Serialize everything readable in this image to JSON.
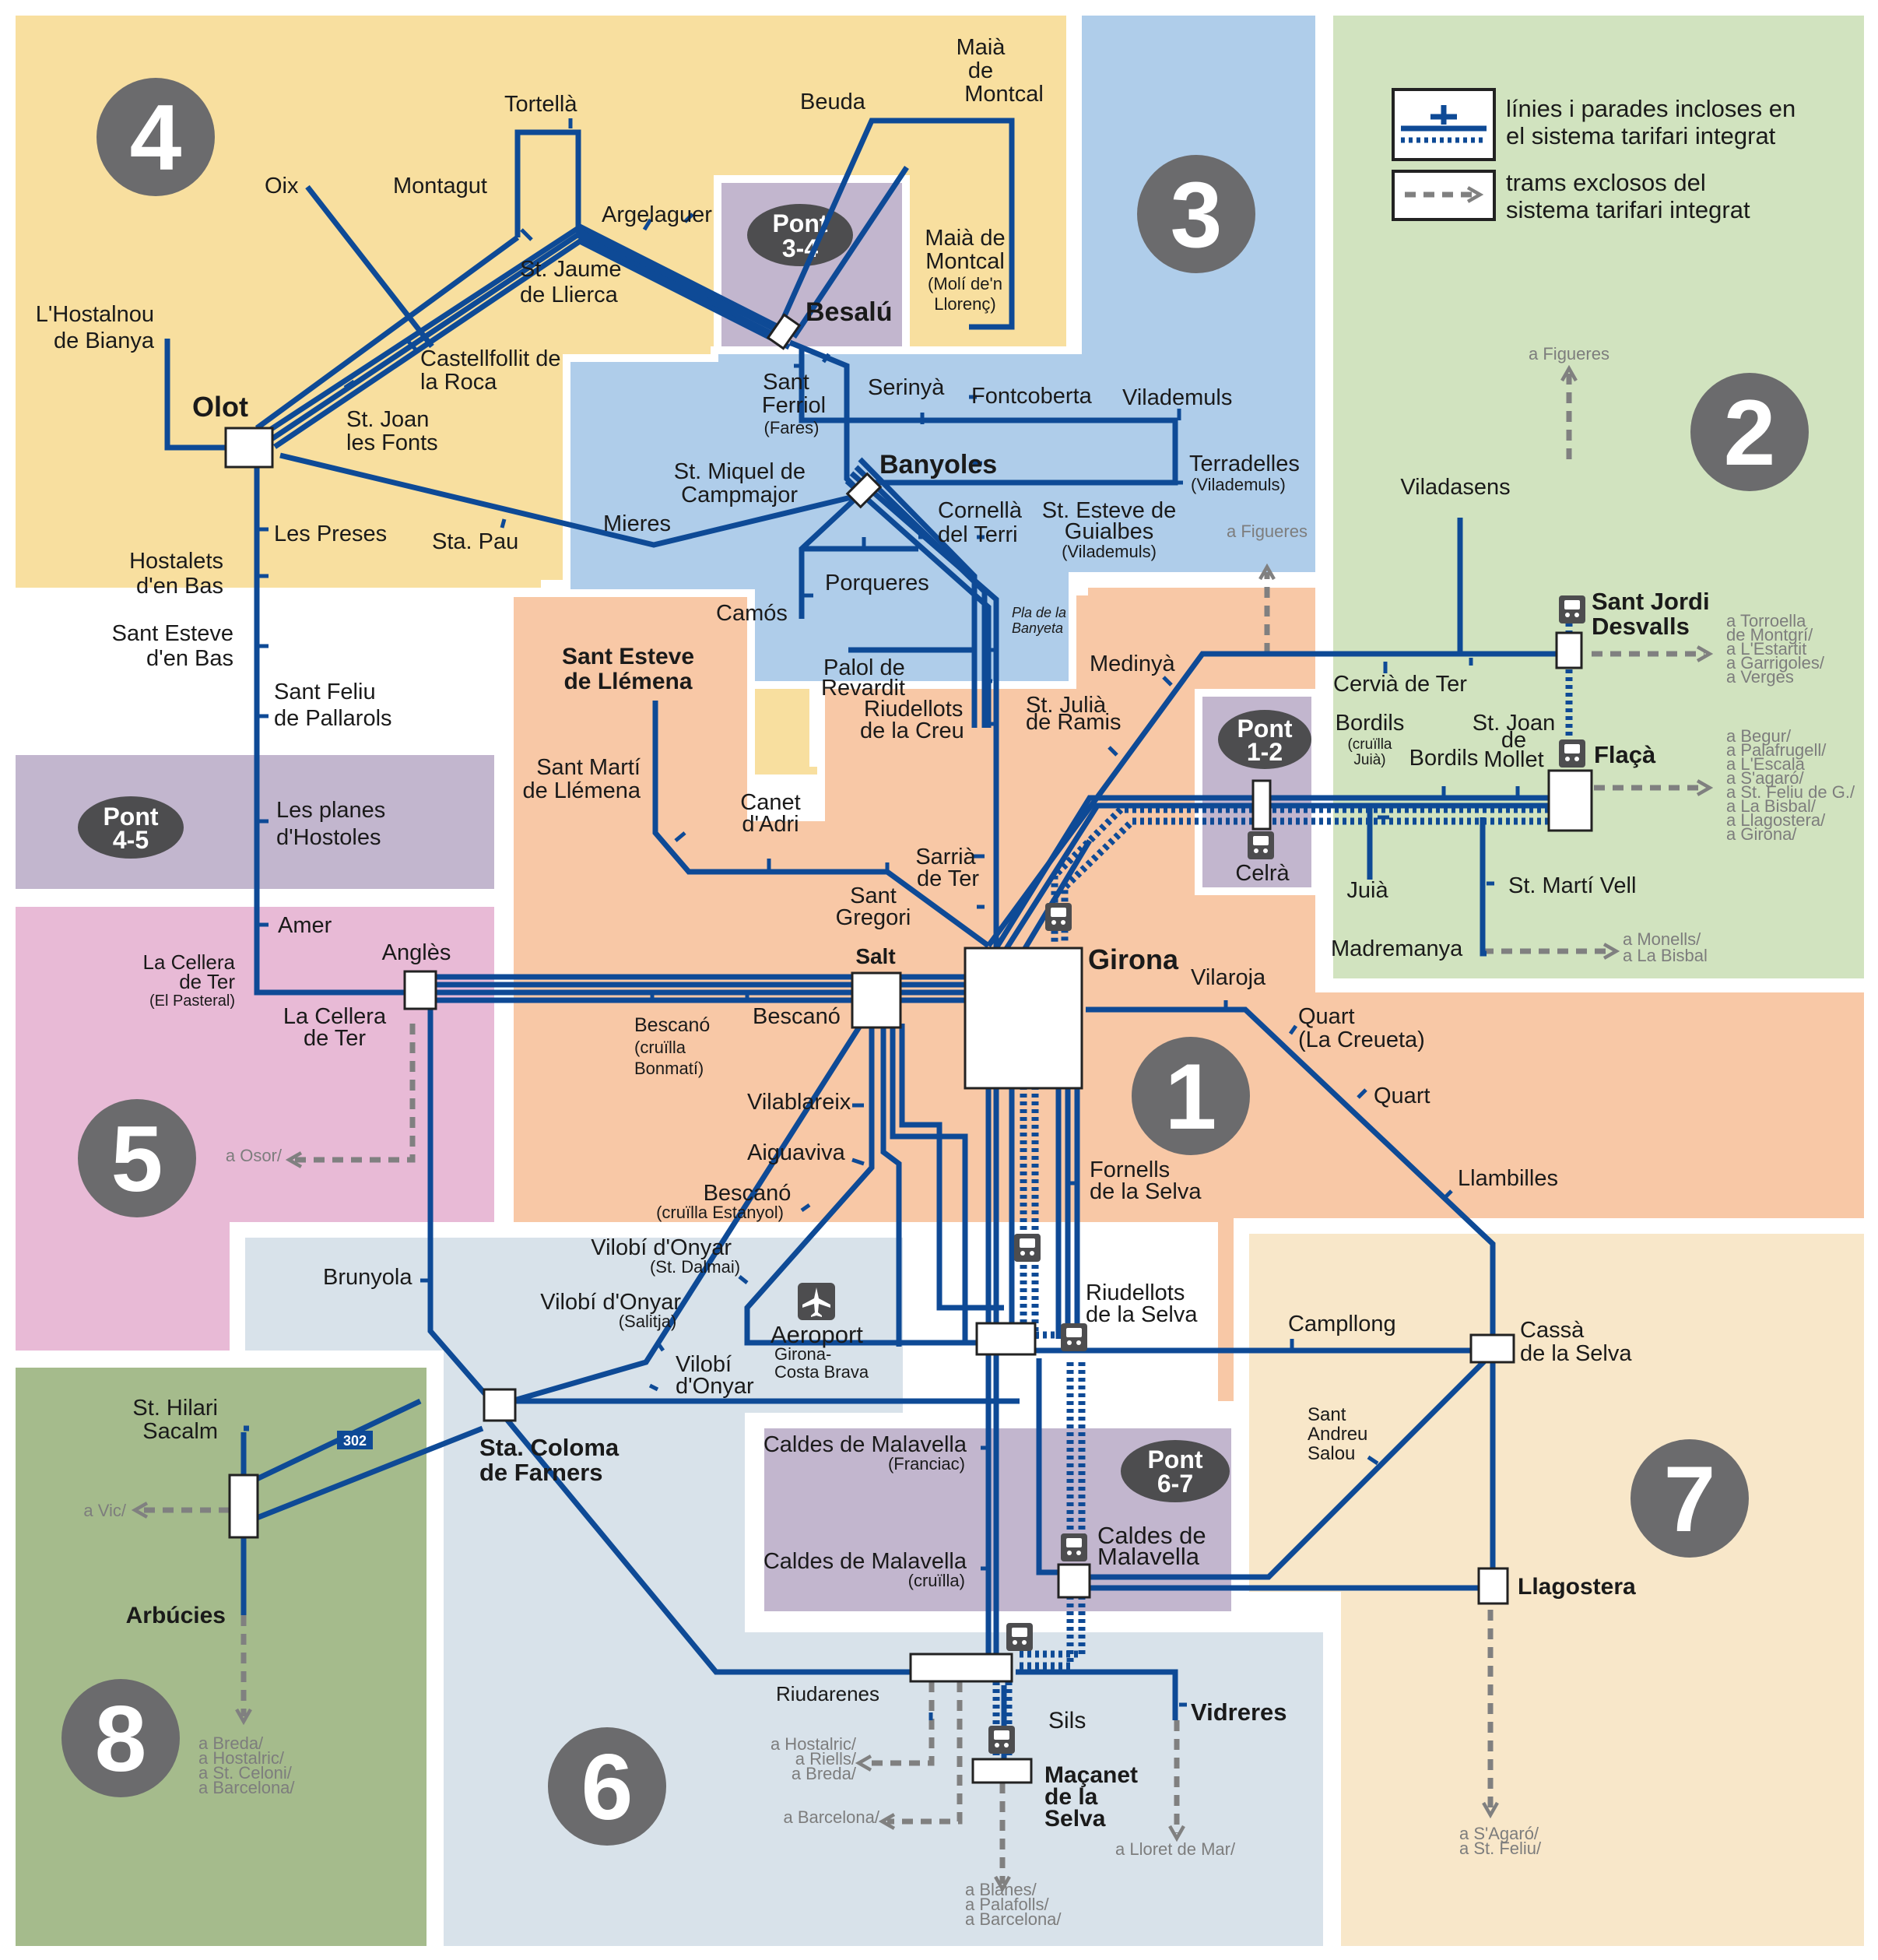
{
  "zones": [
    {
      "num": "1",
      "color": "#f8c8a6"
    },
    {
      "num": "2",
      "color": "#d1e3bf"
    },
    {
      "num": "3",
      "color": "#afcdea"
    },
    {
      "num": "4",
      "color": "#f8df9f"
    },
    {
      "num": "5",
      "color": "#e8bad6"
    },
    {
      "num": "6",
      "color": "#d8e2ea"
    },
    {
      "num": "7",
      "color": "#f8e7c9"
    },
    {
      "num": "8",
      "color": "#a5bb8c"
    }
  ],
  "ponts": [
    {
      "top": "Pont",
      "bottom": "3-4"
    },
    {
      "top": "Pont",
      "bottom": "1-2"
    },
    {
      "top": "Pont",
      "bottom": "4-5"
    },
    {
      "top": "Pont",
      "bottom": "6-7"
    }
  ],
  "colors": {
    "line": "#0e4a96",
    "pont_zone": "#c2b6ce",
    "pont_badge": "#4d4d4f",
    "excluded": "#808080"
  },
  "legend": {
    "included": [
      "línies i parades incloses en",
      "el sistema tarifari integrat"
    ],
    "excluded": [
      "trams exclosos del",
      "sistema tarifari integrat"
    ]
  },
  "road_badge": "302",
  "icons": {
    "train": "train-icon",
    "plane": "plane-icon"
  },
  "labels": {
    "olot": "Olot",
    "oix": "Oix",
    "tortella": "Tortellà",
    "montagut": "Montagut",
    "beuda": "Beuda",
    "maia_1": "Maià",
    "maia_2": "de",
    "maia_3": "Montcal",
    "maia_moli_1": "Maià de",
    "maia_moli_2": "Montcal",
    "maia_moli_3": "(Molí de'n",
    "maia_moli_4": "Llorenç)",
    "argelaguer": "Argelaguer",
    "st_jaume_1": "St. Jaume",
    "st_jaume_2": "de Llierca",
    "castellfollit_1": "Castellfollit de",
    "castellfollit_2": "la Roca",
    "st_joan_fonts_1": "St. Joan",
    "st_joan_fonts_2": "les Fonts",
    "hostalnou_1": "L'Hostalnou",
    "hostalnou_2": "de Bianya",
    "besalu": "Besalú",
    "serinya": "Serinyà",
    "st_ferriol_1": "Sant",
    "st_ferriol_2": "Ferriol",
    "st_ferriol_3": "(Fares)",
    "fontcoberta": "Fontcoberta",
    "vilademuls": "Vilademuls",
    "terradelles_1": "Terradelles",
    "terradelles_2": "(Vilademuls)",
    "banyoles": "Banyoles",
    "st_miquel_1": "St. Miquel de",
    "st_miquel_2": "Campmajor",
    "mieres": "Mieres",
    "sta_pau": "Sta. Pau",
    "cornella_1": "Cornellà",
    "cornella_2": "del Terri",
    "st_esteve_guialbes_1": "St. Esteve de",
    "st_esteve_guialbes_2": "Guialbes",
    "st_esteve_guialbes_3": "(Vilademuls)",
    "porqueres": "Porqueres",
    "camos": "Camós",
    "pla_banyeta_1": "Pla de la",
    "pla_banyeta_2": "Banyeta",
    "palol_1": "Palol de",
    "palol_2": "Revardit",
    "riudellots_creu_1": "Riudellots",
    "riudellots_creu_2": "de la Creu",
    "les_preses": "Les Preses",
    "hostalets_1": "Hostalets",
    "hostalets_2": "d'en Bas",
    "st_esteve_bas_1": "Sant Esteve",
    "st_esteve_bas_2": "d'en Bas",
    "st_feliu_pallarols_1": "Sant Feliu",
    "st_feliu_pallarols_2": "de Pallarols",
    "planes_1": "Les planes",
    "planes_2": "d'Hostoles",
    "amer": "Amer",
    "cellera_pasteral_1": "La  Cellera",
    "cellera_pasteral_2": "de Ter",
    "cellera_pasteral_3": "(El Pasteral)",
    "cellera_1": "La Cellera",
    "cellera_2": "de Ter",
    "angles": "Anglès",
    "a_osor": "a Osor/",
    "st_esteve_llemena_1": "Sant Esteve",
    "st_esteve_llemena_2": "de Llémena",
    "st_marti_llemena_1": "Sant Martí",
    "st_marti_llemena_2": "de Llémena",
    "canet_1": "Canet",
    "canet_2": "d'Adri",
    "sarria_1": "Sarrià",
    "sarria_2": "de Ter",
    "st_gregori_1": "Sant",
    "st_gregori_2": "Gregori",
    "medinya": "Medinyà",
    "st_julia_1": "St. Julià",
    "st_julia_2": "de Ramis",
    "a_figueres_1": "a Figueres",
    "a_figueres_2": "a Figueres",
    "viladasens": "Viladasens",
    "st_jordi_1": "Sant Jordi",
    "st_jordi_2": "Desvalls",
    "a_torroella_1": "a Torroella",
    "a_torroella_2": "de Montgrí/",
    "a_torroella_3": "a L'Estartit",
    "a_torroella_4": "a Garrigoles/",
    "a_torroella_5": "a Verges",
    "cervia": "Cervià de Ter",
    "bordils_cruilla_1": "Bordils",
    "bordils_cruilla_2": "(cruïlla",
    "bordils_cruilla_3": "Juià)",
    "bordils": "Bordils",
    "st_joan_mollet_1": "St. Joan",
    "st_joan_mollet_2": "de",
    "st_joan_mollet_3": "Mollet",
    "flaca": "Flaçà",
    "a_begur_1": "a Begur/",
    "a_begur_2": "a Palafrugell/",
    "a_begur_3": "a L'Escala",
    "a_begur_4": "a S'agaró/",
    "a_begur_5": "a St. Feliu de G./",
    "a_begur_6": "a La Bisbal/",
    "a_begur_7": "a Llagostera/",
    "a_begur_8": "a Girona/",
    "celra": "Celrà",
    "juia": "Juià",
    "st_marti_vell": "St. Martí Vell",
    "madremanya": "Madremanya",
    "a_monells_1": "a Monells/",
    "a_monells_2": "a La Bisbal",
    "girona": "Girona",
    "salt": "Salt",
    "bescano_bonmati_1": "Bescanó",
    "bescano_bonmati_2": "(cruïlla",
    "bescano_bonmati_3": "Bonmatí)",
    "bescano": "Bescanó",
    "vilablareix": "Vilablareix",
    "aiguaviva": "Aiguaviva",
    "bescano_estanyol_1": "Bescanó",
    "bescano_estanyol_2": "(cruïlla Estanyol)",
    "vilaroja": "Vilaroja",
    "quart_creueta_1": "Quart",
    "quart_creueta_2": "(La Creueta)",
    "quart": "Quart",
    "llambilles": "Llambilles",
    "fornells_1": "Fornells",
    "fornells_2": "de la Selva",
    "vilobi_dalmai_1": "Vilobí d'Onyar",
    "vilobi_dalmai_2": "(St. Dalmai)",
    "vilobi_salitja_1": "Vilobí d'Onyar",
    "vilobi_salitja_2": "(Salitja)",
    "vilobi_1": "Vilobí",
    "vilobi_2": "d'Onyar",
    "aeroport_1": "Aeroport",
    "aeroport_2": "Girona-",
    "aeroport_3": "Costa Brava",
    "riudellots_selva_1": "Riudellots",
    "riudellots_selva_2": "de la Selva",
    "campllong": "Campllong",
    "cassa_1": "Cassà",
    "cassa_2": "de la Selva",
    "brunyola": "Brunyola",
    "sta_coloma_1": "Sta. Coloma",
    "sta_coloma_2": "de Farners",
    "st_hilari_1": "St. Hilari",
    "st_hilari_2": "Sacalm",
    "a_vic": "a Vic/",
    "arbucies": "Arbúcies",
    "a_breda_1": "a Breda/",
    "a_breda_2": "a Hostalric/",
    "a_breda_3": "a St. Celoni/",
    "a_breda_4": "a Barcelona/",
    "caldes_franciac_1": "Caldes de Malavella",
    "caldes_franciac_2": "(Franciac)",
    "caldes_cruilla_1": "Caldes de Malavella",
    "caldes_cruilla_2": "(cruïlla)",
    "caldes_1": "Caldes de",
    "caldes_2": "Malavella",
    "st_andreu_1": "Sant",
    "st_andreu_2": "Andreu",
    "st_andreu_3": "Salou",
    "llagostera": "Llagostera",
    "riudarenes": "Riudarenes",
    "sils": "Sils",
    "vidreres": "Vidreres",
    "macanet_1": "Maçanet",
    "macanet_2": "de la",
    "macanet_3": "Selva",
    "a_hostalric_1": "a Hostalric/",
    "a_hostalric_2": "a Riells/",
    "a_hostalric_3": "a Breda/",
    "a_barcelona": "a Barcelona/",
    "a_blanes_1": "a Blanes/",
    "a_blanes_2": "a Palafolls/",
    "a_blanes_3": "a Barcelona/",
    "a_lloret": "a Lloret de Mar/",
    "a_sagaro_1": "a S'Agaró/",
    "a_sagaro_2": "a St. Feliu/"
  }
}
